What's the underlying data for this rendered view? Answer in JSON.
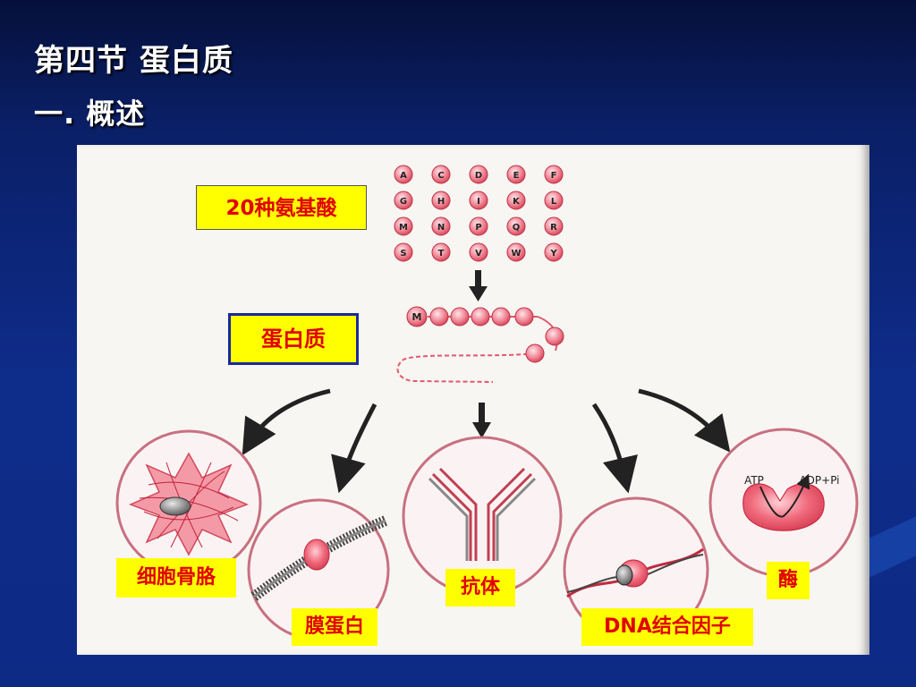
{
  "slide": {
    "title": "第四节 蛋白质",
    "subtitle": "一. 概述"
  },
  "figure": {
    "amino_acid_label": "20种氨基酸",
    "protein_label": "蛋白质",
    "amino_acids": [
      "A",
      "C",
      "D",
      "E",
      "F",
      "G",
      "H",
      "I",
      "K",
      "L",
      "M",
      "N",
      "P",
      "Q",
      "R",
      "S",
      "T",
      "V",
      "W",
      "Y"
    ],
    "chain_start": "M",
    "functions": {
      "cytoskeleton": "细胞骨胳",
      "membrane_protein": "膜蛋白",
      "antibody": "抗体",
      "dna_binding": "DNA结合因子",
      "enzyme": "酶"
    },
    "enzyme_reaction": {
      "substrate": "ATP",
      "product": "ADP+Pi"
    }
  },
  "colors": {
    "label_bg": "#ffff00",
    "label_text": "#e00000",
    "protein_border": "#1a2a9a",
    "bead": "#e86a7a"
  }
}
